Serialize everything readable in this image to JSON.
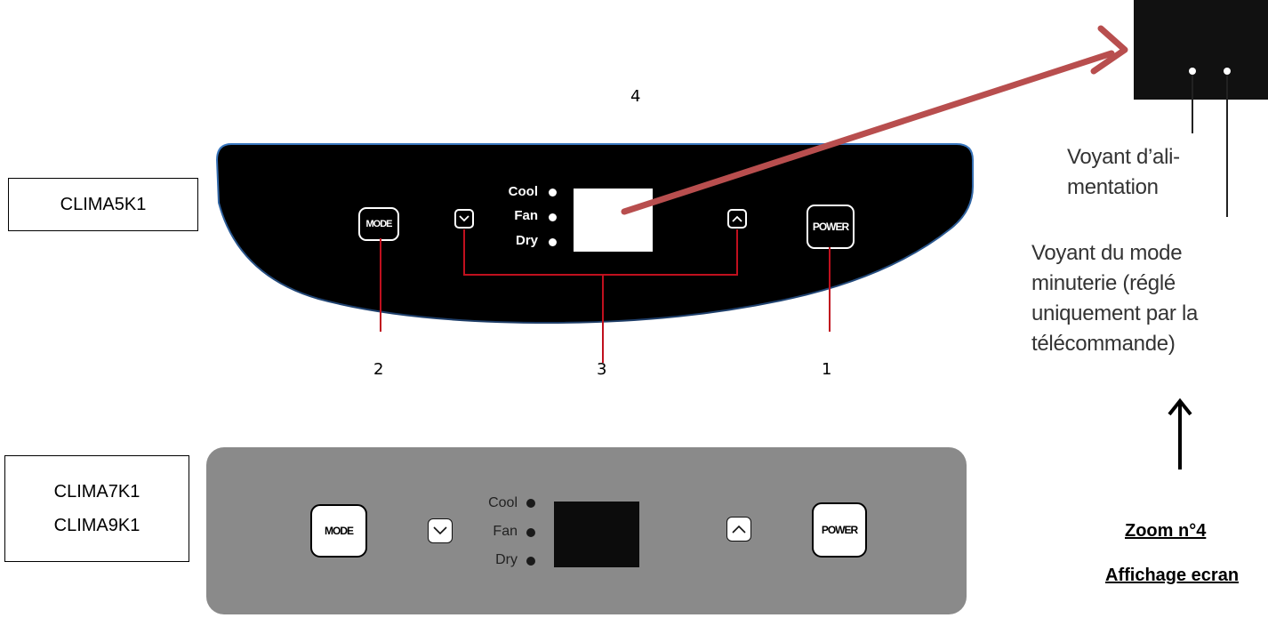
{
  "models": {
    "top": [
      "CLIMA5K1"
    ],
    "bottom": [
      "CLIMA7K1",
      "CLIMA9K1"
    ]
  },
  "panel": {
    "mode_button": "MODE",
    "power_button": "POWER",
    "modes": [
      "Cool",
      "Fan",
      "Dry"
    ]
  },
  "callouts": {
    "power": "1",
    "mode": "2",
    "arrows": "3",
    "display": "4"
  },
  "zoom_labels": {
    "power_led": "Voyant d’ali-\nmentation",
    "timer_led": "Voyant du mode\nminuterie (réglé\nuniquement par la\ntélécommande)"
  },
  "zoom_caption": {
    "line1": "Zoom n°4",
    "line2": "Affichage ecran"
  },
  "colors": {
    "red_callout": "#c0101e",
    "zoom_arrow": "#b84e4e",
    "dark_panel": "#000000",
    "gray_panel": "#8a8a8a",
    "panel_rim": "#3a78c0"
  }
}
